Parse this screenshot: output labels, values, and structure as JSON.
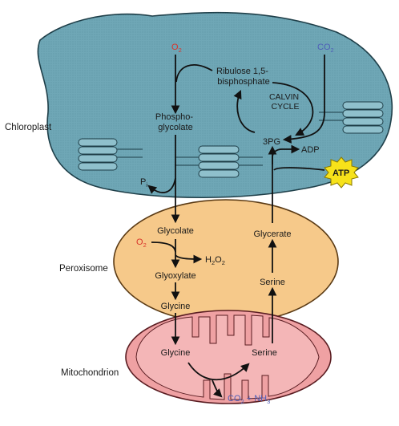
{
  "organelles": {
    "chloroplast": "Chloroplast",
    "peroxisome": "Peroxisome",
    "mitochondrion": "Mitochondrion"
  },
  "molecules": {
    "o2_top_o": "O",
    "o2_top_sub": "2",
    "co2_top_co": "CO",
    "co2_top_sub": "2",
    "ribulose_1": "Ribulose 1,5-",
    "ribulose_2": "bisphosphate",
    "calvin_1": "CALVIN",
    "calvin_2": "CYCLE",
    "phospho_1": "Phospho-",
    "phospho_2": "glycolate",
    "pg3": "3PG",
    "adp": "ADP",
    "atp": "ATP",
    "pi_p": "P",
    "pi_sub": "i",
    "glycolate": "Glycolate",
    "glycerate": "Glycerate",
    "o2_mid_o": "O",
    "o2_mid_sub": "2",
    "h2o2_h": "H",
    "h2o2_sub1": "2",
    "h2o2_o": "O",
    "h2o2_sub2": "2",
    "glyoxylate": "Glyoxylate",
    "serine_perox": "Serine",
    "glycine_perox": "Glycine",
    "glycine_mito": "Glycine",
    "serine_mito": "Serine",
    "co2_bottom_co": "CO",
    "co2_bottom_sub": "2",
    "co2_bottom_rest": " + NH",
    "nh3_sub": "3"
  },
  "colors": {
    "chloroplast_fill": "#6fa7b6",
    "peroxisome_fill": "#f6c98a",
    "mitochondrion_fill": "#efa1a3",
    "o2_red": "#d8342b",
    "co2_blue": "#4f5fb8",
    "atp_yellow": "#f7e21a"
  }
}
